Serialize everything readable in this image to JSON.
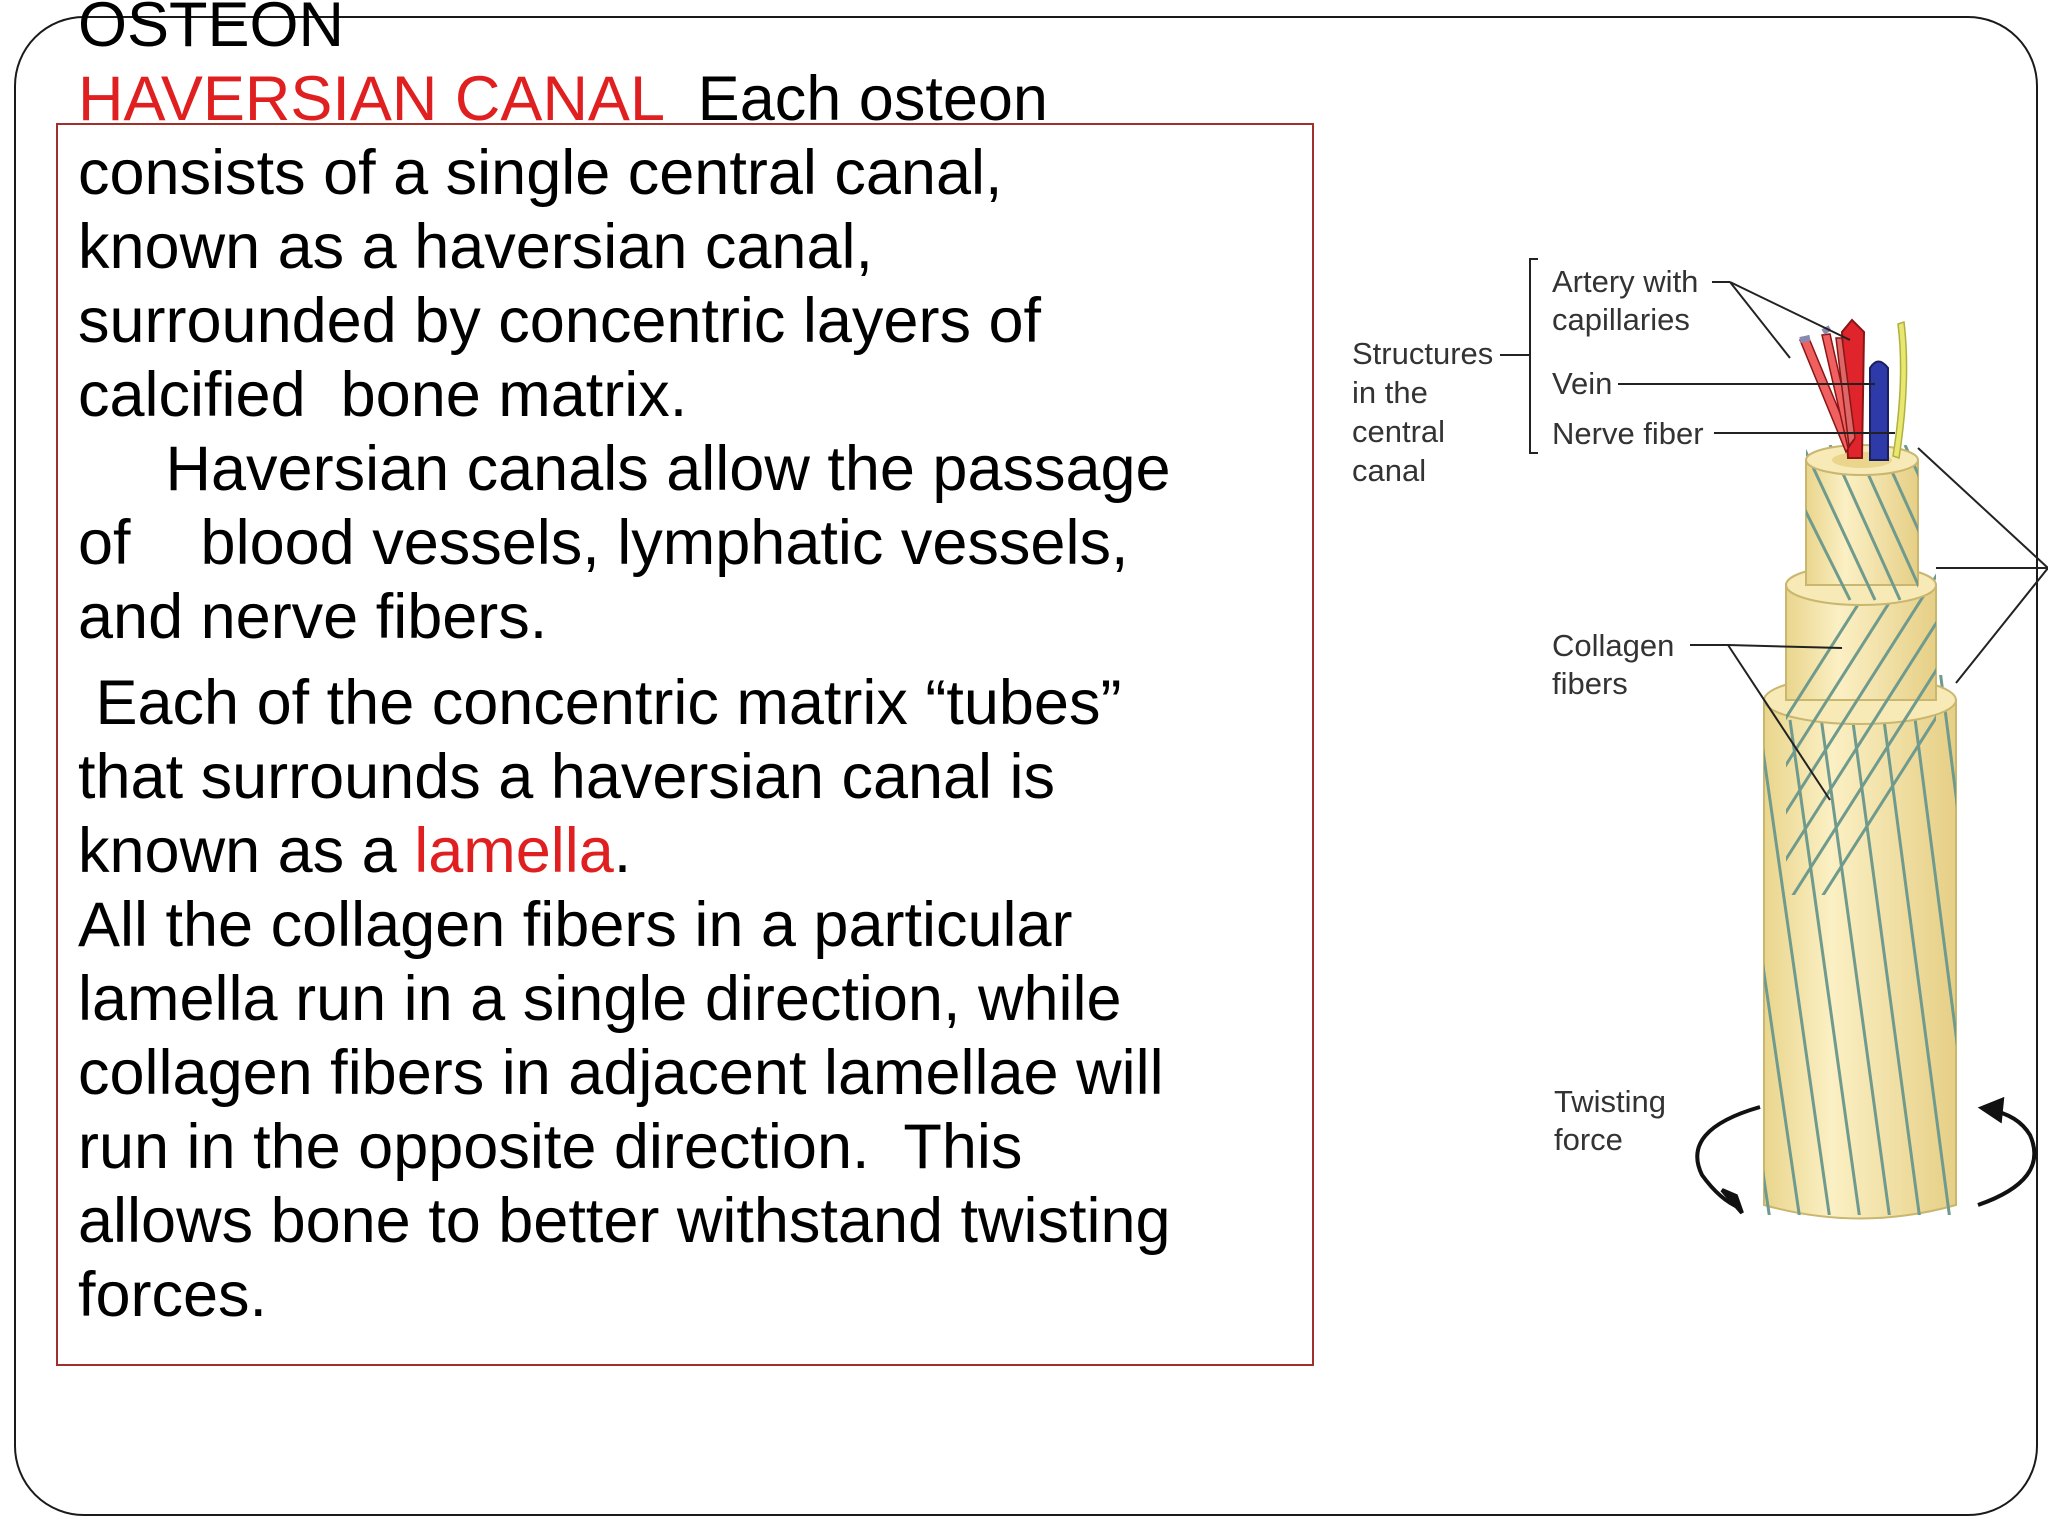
{
  "slide": {
    "title": "OSTEON",
    "heading_red": "HAVERSIAN CANAL",
    "lines": [
      {
        "parts": [
          {
            "k": "heading"
          },
          {
            "t": "  Each osteon"
          }
        ]
      },
      {
        "parts": [
          {
            "t": "consists of a single central canal,"
          }
        ]
      },
      {
        "parts": [
          {
            "t": "known as a haversian canal,"
          }
        ]
      },
      {
        "parts": [
          {
            "t": "surrounded by concentric layers of"
          }
        ]
      },
      {
        "parts": [
          {
            "t": "calcified  bone matrix."
          }
        ]
      },
      {
        "parts": [
          {
            "t": "     Haversian canals allow the passage"
          }
        ]
      },
      {
        "parts": [
          {
            "t": "of    blood vessels, lymphatic vessels,"
          }
        ]
      },
      {
        "parts": [
          {
            "t": "and nerve fibers."
          }
        ]
      },
      {
        "gap": true,
        "parts": [
          {
            "t": " Each of the concentric matrix “tubes”"
          }
        ]
      },
      {
        "parts": [
          {
            "t": "that surrounds a haversian canal is"
          }
        ]
      },
      {
        "parts": [
          {
            "t": "known as a "
          },
          {
            "t": "lamella",
            "red": true
          },
          {
            "t": "."
          }
        ]
      },
      {
        "parts": [
          {
            "t": "All the collagen fibers in a particular"
          }
        ]
      },
      {
        "parts": [
          {
            "t": "lamella run in a single direction, while"
          }
        ]
      },
      {
        "parts": [
          {
            "t": "collagen fibers in adjacent lamellae will"
          }
        ]
      },
      {
        "parts": [
          {
            "t": "run in the opposite direction.  This"
          }
        ]
      },
      {
        "parts": [
          {
            "t": "allows bone to better withstand twisting"
          }
        ]
      },
      {
        "parts": [
          {
            "t": "forces."
          }
        ]
      }
    ]
  },
  "figure": {
    "labels": {
      "structures": [
        "Structures",
        "in the",
        "central",
        "canal"
      ],
      "artery": [
        "Artery with",
        "capillaries"
      ],
      "vein": "Vein",
      "nerve": "Nerve fiber",
      "collagen": [
        "Collagen",
        "fibers"
      ],
      "twisting": [
        "Twisting",
        "force"
      ]
    },
    "colors": {
      "artery": "#e0242c",
      "vein": "#2e3aa8",
      "nerve": "#e8e870",
      "bone": "#f3e4a8",
      "fiber": "#6f9a8e",
      "heading_red": "#e02020",
      "box_border": "#a0302a"
    }
  }
}
